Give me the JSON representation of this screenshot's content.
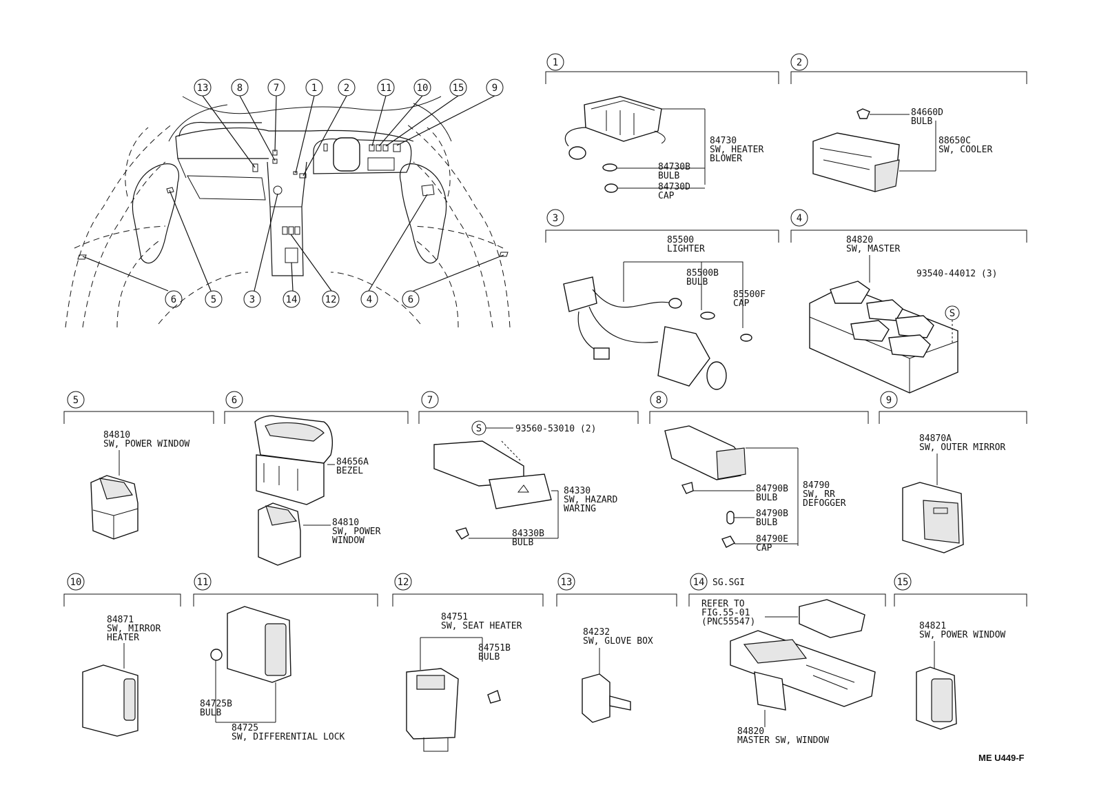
{
  "callouts": [
    "13",
    "8",
    "7",
    "1",
    "2",
    "11",
    "10",
    "15",
    "9",
    "6",
    "5",
    "3",
    "14",
    "12",
    "4",
    "6"
  ],
  "sections": [
    {
      "num": "1",
      "labels": [
        [
          "84730",
          "SW, HEATER",
          "BLOWER"
        ],
        [
          "84730B",
          "BULB"
        ],
        [
          "84730D",
          "CAP"
        ]
      ]
    },
    {
      "num": "2",
      "labels": [
        [
          "84660D",
          "BULB"
        ],
        [
          "88650C",
          "SW, COOLER"
        ]
      ]
    },
    {
      "num": "3",
      "labels": [
        [
          "85500",
          "LIGHTER"
        ],
        [
          "85500B",
          "BULB"
        ],
        [
          "85500F",
          "CAP"
        ]
      ]
    },
    {
      "num": "4",
      "labels": [
        [
          "84820",
          "SW, MASTER"
        ],
        [
          "93540-44012 (3)"
        ]
      ]
    },
    {
      "num": "5",
      "labels": [
        [
          "84810",
          "SW, POWER WINDOW"
        ]
      ]
    },
    {
      "num": "6",
      "labels": [
        [
          "84656A",
          "BEZEL"
        ],
        [
          "84810",
          "SW, POWER",
          "WINDOW"
        ]
      ]
    },
    {
      "num": "7",
      "labels": [
        [
          "93560-53010 (2)"
        ],
        [
          "84330",
          "SW, HAZARD",
          "WARING"
        ],
        [
          "84330B",
          "BULB"
        ]
      ]
    },
    {
      "num": "8",
      "labels": [
        [
          "84790B",
          "BULB"
        ],
        [
          "84790",
          "SW, RR",
          "DEFOGGER"
        ],
        [
          "84790B",
          "BULB"
        ],
        [
          "84790E",
          "CAP"
        ]
      ]
    },
    {
      "num": "9",
      "labels": [
        [
          "84870A",
          "SW, OUTER MIRROR"
        ]
      ]
    },
    {
      "num": "10",
      "labels": [
        [
          "84871",
          "SW, MIRROR",
          "HEATER"
        ]
      ]
    },
    {
      "num": "11",
      "labels": [
        [
          "84725B",
          "BULB"
        ],
        [
          "84725",
          "SW, DIFFERENTIAL LOCK"
        ]
      ]
    },
    {
      "num": "12",
      "labels": [
        [
          "84751",
          "SW, SEAT HEATER"
        ],
        [
          "84751B",
          "BULB"
        ]
      ]
    },
    {
      "num": "13",
      "labels": [
        [
          "84232",
          "SW, GLOVE BOX"
        ]
      ]
    },
    {
      "num": "14",
      "variant": "SG.SGI",
      "labels": [
        [
          "REFER TO",
          "FIG.55-01",
          "(PNC55547)"
        ],
        [
          "84820",
          "MASTER SW, WINDOW"
        ]
      ]
    },
    {
      "num": "15",
      "labels": [
        [
          "84821",
          "SW, POWER WINDOW"
        ]
      ]
    }
  ],
  "screw_symbol": "S",
  "figure_code": "ME U449-F"
}
